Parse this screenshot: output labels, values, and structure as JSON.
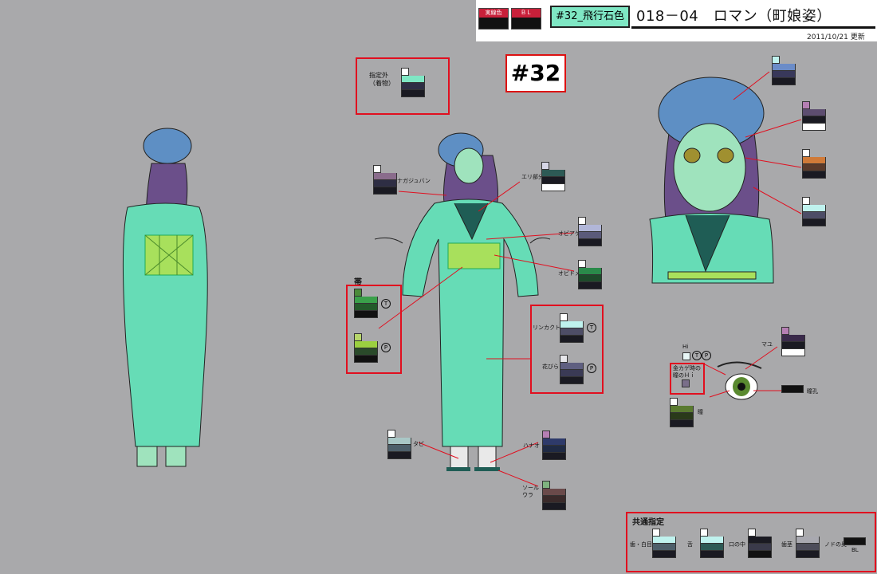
{
  "header": {
    "swatch1_label": "実線色",
    "swatch2_label": "ＢＬ",
    "episode_tag": "#32_飛行石色",
    "title": "018－04　ロマン（町娘姿）",
    "date": "2011/10/21 更新"
  },
  "episode_number": "#32",
  "notes": {
    "kimono_outside": "指定外\n（着物）",
    "obi": "帯",
    "common": "共通指定"
  },
  "labels": {
    "nagajuban": "ナガジュバン",
    "eri": "エリ部分",
    "obiage": "オビアゲ",
    "obidome": "オビドメ",
    "rinkaku": "リンカクトレス",
    "hanabira": "花びら",
    "tabi": "タビ",
    "hanao": "ハナオ",
    "sole": "ソール\nウラ",
    "hi": "Hi",
    "kage_hi": "金カゲ時の\n瞳のＨｉ",
    "mayu": "マユ",
    "doukou": "瞳孔",
    "hitomi": "瞳",
    "ha": "歯・白目",
    "shita": "舌",
    "kuchi": "口の中",
    "haguki": "歯茎",
    "nodo": "ノドの奥",
    "bl": "BL"
  },
  "marks": {
    "T": "T",
    "P": "P"
  },
  "colors": {
    "kimono": "#66dcb6",
    "hat": "#5e8fc4",
    "hair": "#6b4f8a",
    "skin": "#9fe3bd",
    "obi": "#a8e05c",
    "collar": "#1f5d55",
    "red": "#e10f1f",
    "bg": "#a9a9ab"
  }
}
